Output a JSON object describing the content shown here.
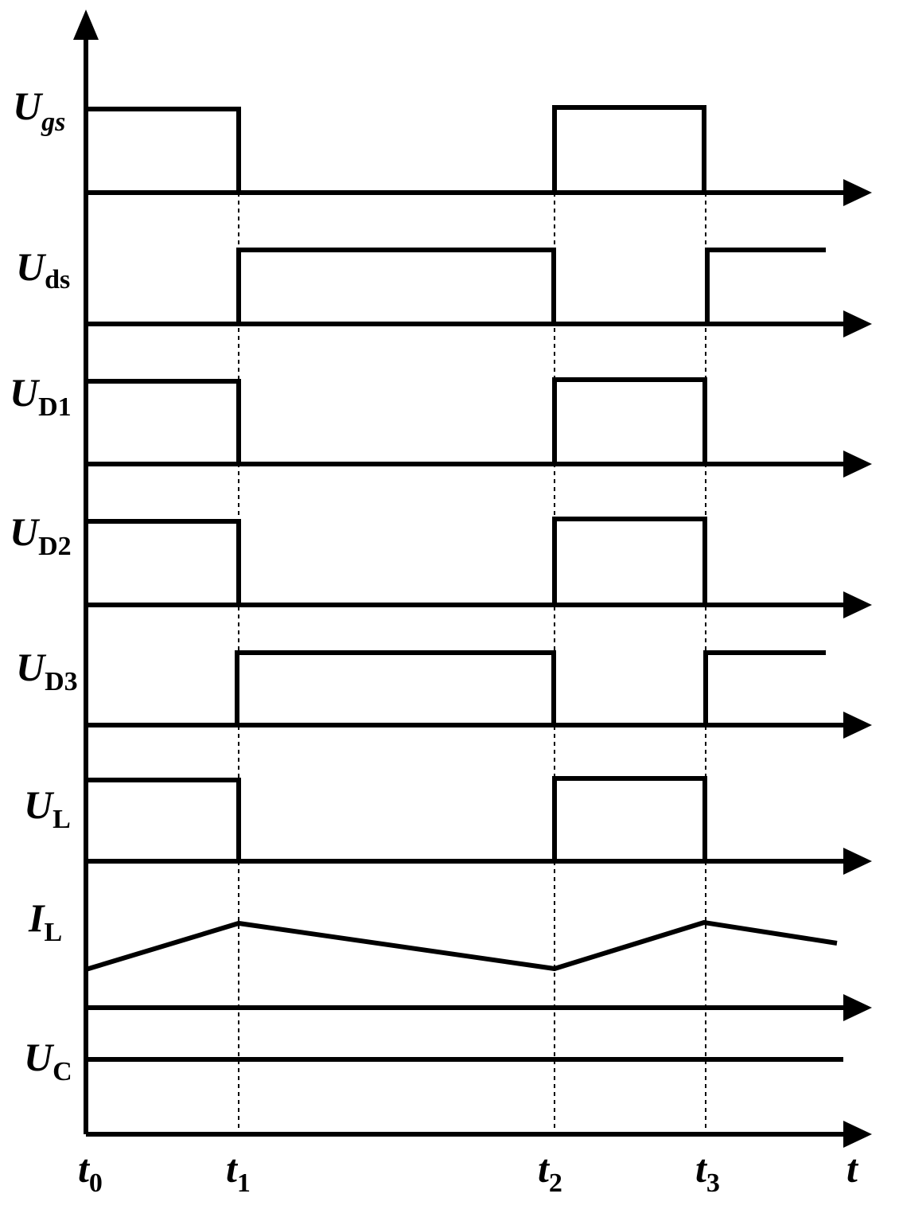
{
  "diagram": {
    "colors": {
      "line": "#000000",
      "background": "#ffffff"
    },
    "signals": [
      {
        "id": "ugs",
        "main": "U",
        "sub": "gs",
        "sub_italic": true
      },
      {
        "id": "uds",
        "main": "U",
        "sub": "ds",
        "sub_italic": false
      },
      {
        "id": "ud1",
        "main": "U",
        "sub": "D1",
        "sub_italic": false
      },
      {
        "id": "ud2",
        "main": "U",
        "sub": "D2",
        "sub_italic": false
      },
      {
        "id": "ud3",
        "main": "U",
        "sub": "D3",
        "sub_italic": false
      },
      {
        "id": "ul",
        "main": "U",
        "sub": "L",
        "sub_italic": false
      },
      {
        "id": "il",
        "main": "I",
        "sub": "L",
        "sub_italic": false
      },
      {
        "id": "uc",
        "main": "U",
        "sub": "C",
        "sub_italic": false
      }
    ],
    "time_markers": [
      {
        "id": "t0",
        "main": "t",
        "sub": "0"
      },
      {
        "id": "t1",
        "main": "t",
        "sub": "1"
      },
      {
        "id": "t2",
        "main": "t",
        "sub": "2"
      },
      {
        "id": "t3",
        "main": "t",
        "sub": "3"
      }
    ],
    "time_axis_label": "t"
  }
}
